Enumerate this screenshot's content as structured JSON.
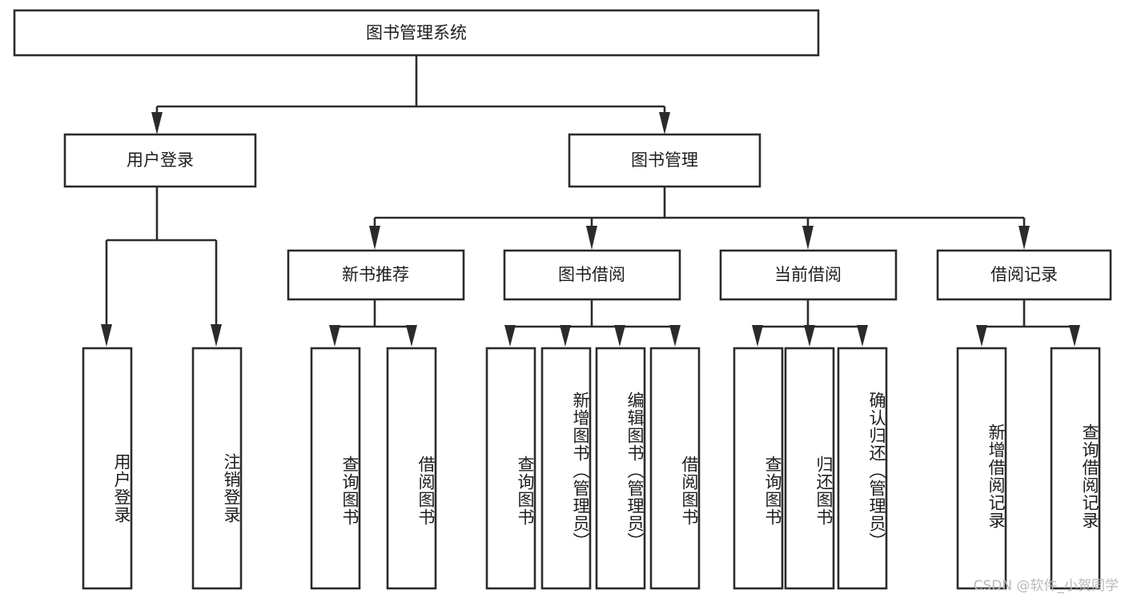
{
  "diagram": {
    "type": "tree-hierarchy",
    "title": "图书管理系统",
    "root": {
      "id": "root",
      "label": "图书管理系统",
      "orientation": "horizontal"
    },
    "level2": [
      {
        "id": "user-login",
        "label": "用户登录",
        "orientation": "horizontal"
      },
      {
        "id": "book-management",
        "label": "图书管理",
        "orientation": "horizontal"
      }
    ],
    "level3": [
      {
        "id": "new-book-recommend",
        "label": "新书推荐",
        "parent": "book-management",
        "orientation": "horizontal"
      },
      {
        "id": "book-borrow",
        "label": "图书借阅",
        "parent": "book-management",
        "orientation": "horizontal"
      },
      {
        "id": "current-borrow",
        "label": "当前借阅",
        "parent": "book-management",
        "orientation": "horizontal"
      },
      {
        "id": "borrow-record",
        "label": "借阅记录",
        "parent": "book-management",
        "orientation": "horizontal"
      }
    ],
    "leaves": [
      {
        "id": "leaf-user-login",
        "label": "用户登录",
        "parent": "user-login",
        "orientation": "vertical"
      },
      {
        "id": "leaf-user-logout",
        "label": "注销登录",
        "parent": "user-login",
        "orientation": "vertical"
      },
      {
        "id": "leaf-query-book-1",
        "label": "查询图书",
        "parent": "new-book-recommend",
        "orientation": "vertical"
      },
      {
        "id": "leaf-borrow-book-1",
        "label": "借阅图书",
        "parent": "new-book-recommend",
        "orientation": "vertical"
      },
      {
        "id": "leaf-query-book-2",
        "label": "查询图书",
        "parent": "book-borrow",
        "orientation": "vertical"
      },
      {
        "id": "leaf-add-book",
        "label": "新增图书（管理员）",
        "parent": "book-borrow",
        "orientation": "vertical"
      },
      {
        "id": "leaf-edit-book",
        "label": "编辑图书（管理员）",
        "parent": "book-borrow",
        "orientation": "vertical"
      },
      {
        "id": "leaf-borrow-book-2",
        "label": "借阅图书",
        "parent": "book-borrow",
        "orientation": "vertical"
      },
      {
        "id": "leaf-query-book-3",
        "label": "查询图书",
        "parent": "current-borrow",
        "orientation": "vertical"
      },
      {
        "id": "leaf-return-book",
        "label": "归还图书",
        "parent": "current-borrow",
        "orientation": "vertical"
      },
      {
        "id": "leaf-confirm-return",
        "label": "确认归还（管理员）",
        "parent": "current-borrow",
        "orientation": "vertical"
      },
      {
        "id": "leaf-add-record",
        "label": "新增借阅记录",
        "parent": "borrow-record",
        "orientation": "vertical"
      },
      {
        "id": "leaf-query-record",
        "label": "查询借阅记录",
        "parent": "borrow-record",
        "orientation": "vertical"
      }
    ],
    "watermark": "CSDN @软件_小贺同学",
    "colors": {
      "background": "#ffffff",
      "stroke": "#2b2b2b",
      "text": "#1d1d1d",
      "watermark": "#b9b9b9"
    }
  }
}
